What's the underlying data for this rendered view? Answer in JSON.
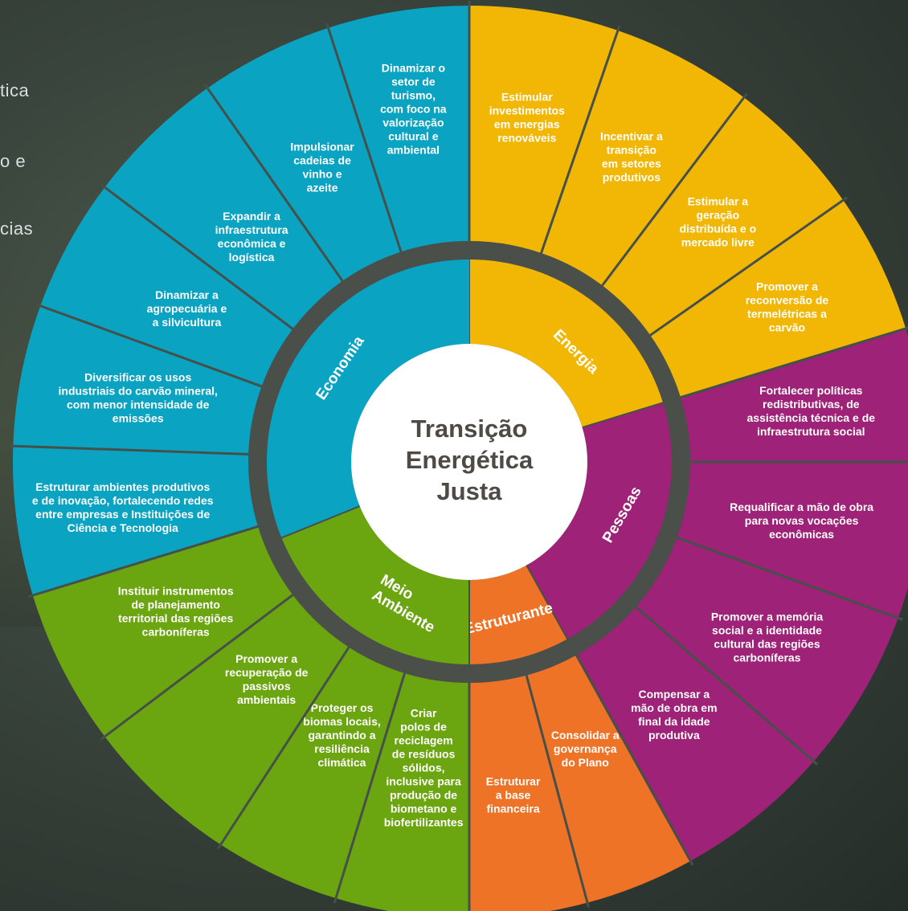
{
  "center": {
    "lines": [
      "Transição",
      "Energética",
      "Justa"
    ]
  },
  "side_fragments": [
    "tica",
    "o e",
    "cias"
  ],
  "colors": {
    "Economia": "#0aa3c2",
    "Energia": "#f2b705",
    "Pessoas": "#9e2278",
    "Estruturante": "#ee7326",
    "Meio Ambiente": "#6ba510",
    "ring": "#4a4f4a",
    "divider": "#46504a",
    "center": "#ffffff",
    "center_text": "#4f4a45"
  },
  "categories": [
    {
      "name": "Energia",
      "lines": [
        "Energia"
      ],
      "a0": 0,
      "a1": 73,
      "color_key": "Energia"
    },
    {
      "name": "Pessoas",
      "lines": [
        "Pessoas"
      ],
      "a0": 73,
      "a1": 151,
      "color_key": "Pessoas"
    },
    {
      "name": "Estruturante",
      "lines": [
        "Estruturante"
      ],
      "a0": 151,
      "a1": 180,
      "color_key": "Estruturante"
    },
    {
      "name": "Meio Ambiente",
      "lines": [
        "Meio",
        "Ambiente"
      ],
      "a0": 180,
      "a1": 248,
      "color_key": "Meio Ambiente"
    },
    {
      "name": "Economia",
      "lines": [
        "Economia"
      ],
      "a0": 248,
      "a1": 360,
      "color_key": "Economia"
    }
  ],
  "segments": [
    {
      "id": "estimular-investimentos",
      "lines": [
        "Estimular",
        "investimentos",
        "em energias",
        "renováveis"
      ],
      "a0": 0,
      "a1": 19,
      "color_key": "Energia"
    },
    {
      "id": "incentivar-transicao",
      "lines": [
        "Incentivar a",
        "transição",
        "em setores",
        "produtivos"
      ],
      "a0": 19,
      "a1": 37,
      "color_key": "Energia"
    },
    {
      "id": "geracao-distribuida",
      "lines": [
        "Estimular a",
        "geração",
        "distribuída e o",
        "mercado livre"
      ],
      "a0": 37,
      "a1": 55,
      "color_key": "Energia"
    },
    {
      "id": "reconversao-termeletricas",
      "lines": [
        "Promover a",
        "reconversão de",
        "termelétricas a",
        "carvão"
      ],
      "a0": 55,
      "a1": 73,
      "color_key": "Energia"
    },
    {
      "id": "politicas-redistributivas",
      "lines": [
        "Fortalecer políticas",
        "redistributivas, de",
        "assistência técnica e de",
        "infraestrutura social"
      ],
      "a0": 73,
      "a1": 90,
      "color_key": "Pessoas"
    },
    {
      "id": "requalificar-mao-de-obra",
      "lines": [
        "Requalificar a mão de obra",
        "para novas vocações",
        "econômicas"
      ],
      "a0": 90,
      "a1": 110,
      "color_key": "Pessoas"
    },
    {
      "id": "memoria-social",
      "lines": [
        "Promover a memória",
        "social e a identidade",
        "cultural das regiões",
        "carboníferas"
      ],
      "a0": 110,
      "a1": 131,
      "color_key": "Pessoas"
    },
    {
      "id": "compensar-mao-de-obra",
      "lines": [
        "Compensar a",
        "mão de obra em",
        "final da idade",
        "produtiva"
      ],
      "a0": 131,
      "a1": 151,
      "color_key": "Pessoas"
    },
    {
      "id": "consolidar-governanca",
      "lines": [
        "Consolidar a",
        "governança",
        "do Plano"
      ],
      "a0": 151,
      "a1": 165,
      "color_key": "Estruturante"
    },
    {
      "id": "estruturar-base-financeira",
      "lines": [
        "Estruturar",
        "a base",
        "financeira"
      ],
      "a0": 165,
      "a1": 180,
      "color_key": "Estruturante"
    },
    {
      "id": "polos-reciclagem",
      "lines": [
        "Criar",
        "polos de",
        "reciclagem",
        "de resíduos",
        "sólidos,",
        "inclusive para",
        "produção de",
        "biometano e",
        "biofertilizantes"
      ],
      "a0": 180,
      "a1": 197,
      "color_key": "Meio Ambiente"
    },
    {
      "id": "proteger-biomas",
      "lines": [
        "Proteger os",
        "biomas locais,",
        "garantindo a",
        "resiliência",
        "climática"
      ],
      "a0": 197,
      "a1": 213,
      "color_key": "Meio Ambiente"
    },
    {
      "id": "recuperacao-passivos",
      "lines": [
        "Promover a",
        "recuperação de",
        "passivos",
        "ambientais"
      ],
      "a0": 213,
      "a1": 233,
      "color_key": "Meio Ambiente"
    },
    {
      "id": "planejamento-territorial",
      "lines": [
        "Instituir instrumentos",
        "de planejamento",
        "territorial das regiões",
        "carboníferas"
      ],
      "a0": 233,
      "a1": 253,
      "color_key": "Meio Ambiente"
    },
    {
      "id": "ambientes-produtivos",
      "lines": [
        "Estruturar ambientes produtivos",
        "e de inovação, fortalecendo redes",
        "entre empresas e Instituições de",
        "Ciência e Tecnologia"
      ],
      "a0": 253,
      "a1": 272,
      "color_key": "Economia"
    },
    {
      "id": "usos-carvao",
      "lines": [
        "Diversificar os usos",
        "industriais do carvão mineral,",
        "com menor intensidade de",
        "emissões"
      ],
      "a0": 272,
      "a1": 290,
      "color_key": "Economia"
    },
    {
      "id": "agropecuaria",
      "lines": [
        "Dinamizar a",
        "agropecuária e",
        "a silvicultura"
      ],
      "a0": 290,
      "a1": 307,
      "color_key": "Economia"
    },
    {
      "id": "infraestrutura-economica",
      "lines": [
        "Expandir a",
        "infraestrutura",
        "econômica e",
        "logística"
      ],
      "a0": 307,
      "a1": 325,
      "color_key": "Economia"
    },
    {
      "id": "vinho-azeite",
      "lines": [
        "Impulsionar",
        "cadeias de",
        "vinho e",
        "azeite"
      ],
      "a0": 325,
      "a1": 342,
      "color_key": "Economia"
    },
    {
      "id": "turismo",
      "lines": [
        "Dinamizar o",
        "setor de",
        "turismo,",
        "com foco na",
        "valorização",
        "cultural e",
        "ambiental"
      ],
      "a0": 342,
      "a1": 360,
      "color_key": "Economia"
    }
  ]
}
